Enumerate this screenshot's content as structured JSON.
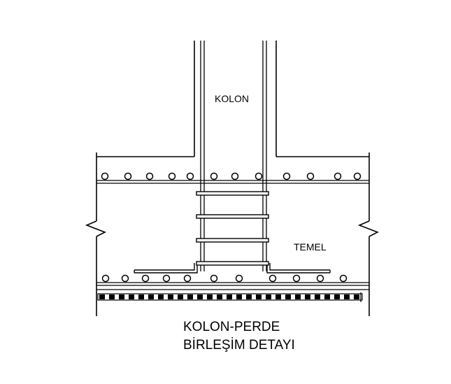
{
  "labels": {
    "column": "KOLON",
    "foundation": "TEMEL"
  },
  "title": {
    "line1": "KOLON-PERDE",
    "line2": "BİRLEŞİM DETAYI"
  },
  "colors": {
    "line": "#000000",
    "background": "#ffffff"
  }
}
